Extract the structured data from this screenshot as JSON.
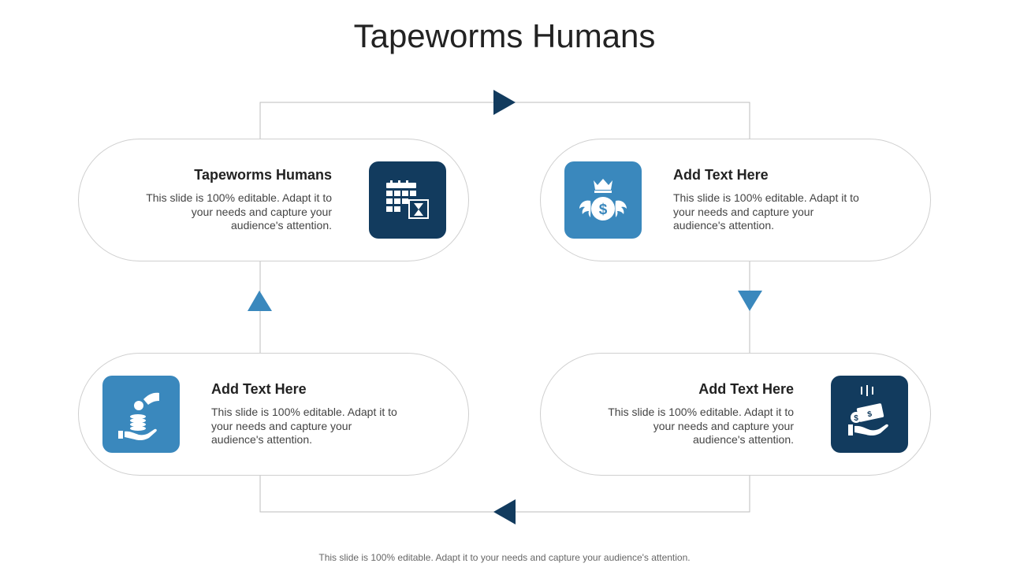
{
  "title": "Tapeworms Humans",
  "colors": {
    "dark": "#123b5e",
    "light": "#3a88bd",
    "connector": "#bdbdbd"
  },
  "cards": [
    {
      "heading": "Tapeworms Humans",
      "body": "This slide is 100% editable. Adapt it to your needs and capture your audience's attention.",
      "icon": "calendar-hourglass-icon"
    },
    {
      "heading": "Add Text Here",
      "body": "This slide is 100% editable. Adapt it to your needs and capture your audience's attention.",
      "icon": "crowned-winged-coin-icon"
    },
    {
      "heading": "Add Text Here",
      "body": "This slide is 100% editable. Adapt it to your needs and capture your audience's attention.",
      "icon": "hand-giving-coins-icon"
    },
    {
      "heading": "Add Text Here",
      "body": "This slide is 100% editable. Adapt it to your needs and capture your audience's attention.",
      "icon": "hand-receiving-money-icon"
    }
  ],
  "footer": "This slide is 100% editable. Adapt it to your needs and capture your audience's attention."
}
